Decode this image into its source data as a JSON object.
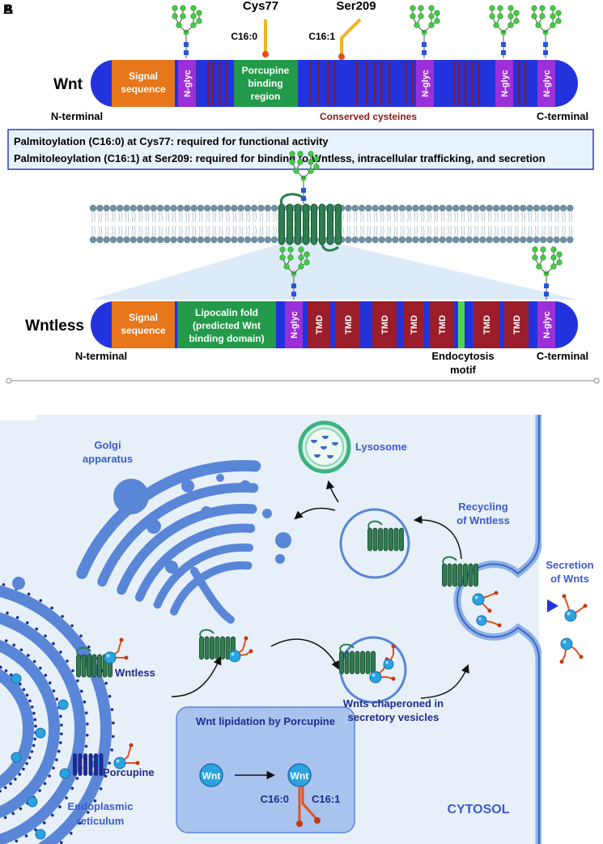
{
  "panel_letters": {
    "a": "A",
    "b": "B"
  },
  "wnt": {
    "name": "Wnt",
    "signal_sequence": [
      "Signal",
      "sequence"
    ],
    "nglyc": "N-glyc",
    "porcupine_region": [
      "Porcupine",
      "binding",
      "region"
    ],
    "n_terminal": "N-terminal",
    "c_terminal": "C-terminal",
    "conserved_cysteines": "Conserved cysteines",
    "cys77": "Cys77",
    "ser209": "Ser209",
    "c160": "C16:0",
    "c161": "C16:1",
    "colors": {
      "protein": "#2233dd",
      "signal": "#e8761a",
      "nglyc": "#9b30d9",
      "porcupine": "#239a4a",
      "cysteine": "#8b1a1a",
      "lipid": "#f0b323"
    }
  },
  "notes": {
    "line1": "Palmitoylation (C16:0) at Cys77: required for functional activity",
    "line2": "Palmitoleoylation (C16:1) at Ser209: required for binding to Wntless, intracellular trafficking, and secretion"
  },
  "wntless": {
    "name": "Wntless",
    "signal_sequence": [
      "Signal",
      "sequence"
    ],
    "lipocalin": [
      "Lipocalin fold",
      "(predicted Wnt",
      "binding domain)"
    ],
    "nglyc": "N-glyc",
    "tmd": "TMD",
    "n_terminal": "N-terminal",
    "c_terminal": "C-terminal",
    "endocytosis": [
      "Endocytosis",
      "motif"
    ],
    "colors": {
      "tmd": "#9b1d2a",
      "lipocalin": "#239a4a",
      "endocytosis": "#4ed64e"
    }
  },
  "cell": {
    "golgi": [
      "Golgi",
      "apparatus"
    ],
    "lysosome": "Lysosome",
    "recycling": [
      "Recycling",
      "of Wntless"
    ],
    "secretion": [
      "Secretion",
      "of Wnts"
    ],
    "wntless_label": "Wntless",
    "porcupine_label": "Porcupine",
    "er": [
      "Endoplasmic",
      "reticulum"
    ],
    "chaperoned": [
      "Wnts chaperoned in",
      "secretory vesicles"
    ],
    "lipidation_title": "Wnt lipidation by Porcupine",
    "wnt_badge": "Wnt",
    "c160": "C16:0",
    "c161": "C16:1",
    "cytosol": "CYTOSOL",
    "colors": {
      "cytosol_bg": "#e7f0f8",
      "organelle": "#5a86d8",
      "organelle_dark": "#3e68c4",
      "text_blue": "#3b5bd0",
      "wnt_ball": "#2aa3e0",
      "lipid_orange": "#e3501e",
      "wntless_green": "#2e7d4f",
      "porcupine_navy": "#1f2b8e"
    }
  }
}
